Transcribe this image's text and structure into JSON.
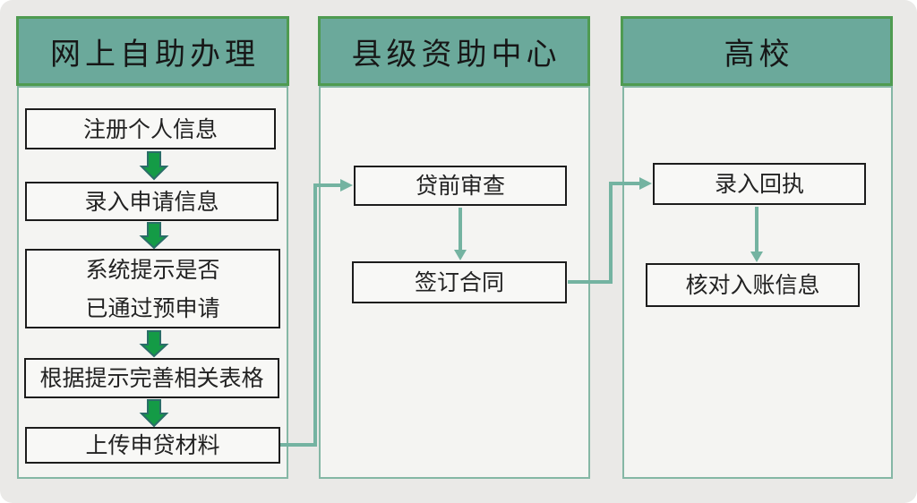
{
  "diagram": {
    "title_hint": "student-loan-online-process-flowchart",
    "columns": [
      {
        "header": "网上自助办理",
        "boxes": [
          {
            "label": "注册个人信息"
          },
          {
            "label": "录入申请信息"
          },
          {
            "label": "系统提示是否\n已通过预申请"
          },
          {
            "label": "根据提示完善相关表格"
          },
          {
            "label": "上传申贷材料"
          }
        ]
      },
      {
        "header": "县级资助中心",
        "boxes": [
          {
            "label": "贷前审查"
          },
          {
            "label": "签订合同"
          }
        ]
      },
      {
        "header": "高校",
        "boxes": [
          {
            "label": "录入回执"
          },
          {
            "label": "核对入账信息"
          }
        ]
      }
    ],
    "colors": {
      "background": "#eae9e7",
      "header_fill": "#6ba99b",
      "header_border": "#4f9b51",
      "panel_fill": "#f4f4f2",
      "panel_border": "#85b7a5",
      "box_fill": "#f8f8f6",
      "box_border": "#1c1c1c",
      "block_arrow_fill": "#149b46",
      "block_arrow_border": "#2a6d68",
      "connector": "#74b3a1"
    }
  }
}
